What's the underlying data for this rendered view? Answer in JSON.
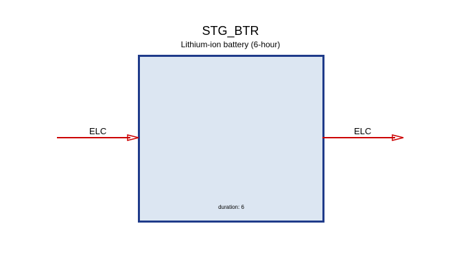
{
  "process": {
    "name": "STG_BTR",
    "description": "Lithium-ion battery (6-hour)",
    "parameter": "duration: 6"
  },
  "inputs": [
    {
      "commodity": "ELC"
    }
  ],
  "outputs": [
    {
      "commodity": "ELC"
    }
  ],
  "colors": {
    "box_fill": "#dce6f2",
    "box_border": "#1f3b8a",
    "flow_arrow": "#cc0000"
  }
}
